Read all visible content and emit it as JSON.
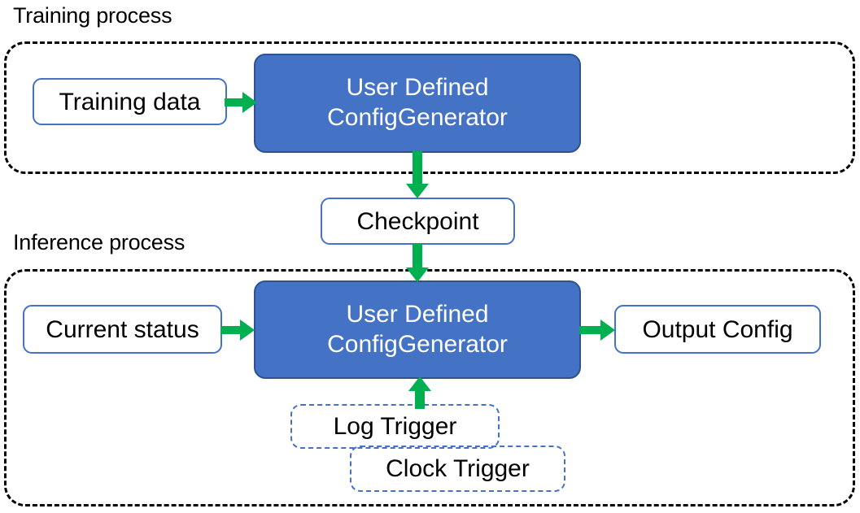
{
  "diagram": {
    "title_training": "Training process",
    "title_inference": "Inference process",
    "accent_green": "#00B050",
    "accent_blue": "#4472C4",
    "border_blue": "#2F528F",
    "container_border": "#000000"
  },
  "training": {
    "label": "Training process",
    "input_box": "Training data",
    "generator_line1": "User Defined",
    "generator_line2": "ConfigGenerator"
  },
  "checkpoint": {
    "label": "Checkpoint"
  },
  "inference": {
    "label": "Inference process",
    "input_box": "Current status",
    "generator_line1": "User Defined",
    "generator_line2": "ConfigGenerator",
    "output_box": "Output Config",
    "trigger_log": "Log Trigger",
    "trigger_clock": "Clock Trigger"
  },
  "arrows": [
    {
      "name": "training-data-to-generator",
      "direction": "right"
    },
    {
      "name": "generator-to-checkpoint",
      "direction": "down"
    },
    {
      "name": "checkpoint-to-inference-generator",
      "direction": "down"
    },
    {
      "name": "current-status-to-generator",
      "direction": "right"
    },
    {
      "name": "generator-to-output-config",
      "direction": "right"
    },
    {
      "name": "log-trigger-to-generator",
      "direction": "up"
    }
  ]
}
